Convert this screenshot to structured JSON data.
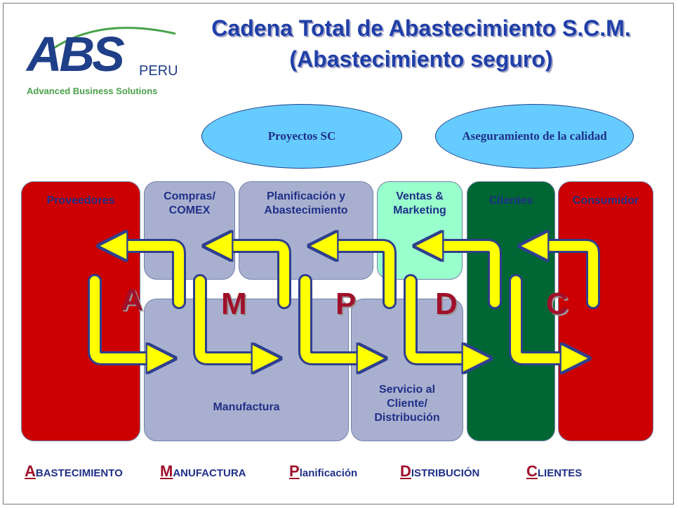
{
  "logo": {
    "abs": "ABS",
    "peru": "PERU",
    "subtitle": "Advanced Business Solutions"
  },
  "title": {
    "line1": "Cadena Total de Abastecimiento S.C.M.",
    "line2": "(Abastecimiento seguro)"
  },
  "ellipses": {
    "projects": "Proyectos SC",
    "quality": "Aseguramiento de la calidad"
  },
  "blocks": {
    "proveedores": "Proveedores",
    "compras": [
      "Compras/",
      "COMEX"
    ],
    "planificacion": [
      "Planificación y",
      "Abastecimiento"
    ],
    "ventas": [
      "Ventas &",
      "Marketing"
    ],
    "clientes": "Clientes",
    "consumidor": "Consumidor",
    "manufactura": "Manufactura",
    "servicio": [
      "Servicio al",
      "Cliente/",
      "Distribución"
    ]
  },
  "letters": [
    "A",
    "M",
    "P",
    "D",
    "C"
  ],
  "legend": [
    {
      "cap": "A",
      "rest": "BASTECIMIENTO"
    },
    {
      "cap": "M",
      "rest": "ANUFACTURA"
    },
    {
      "cap": "P",
      "rest": "lanificación"
    },
    {
      "cap": "D",
      "rest": "ISTRIBUCIÓN"
    },
    {
      "cap": "C",
      "rest": "LIENTES"
    }
  ],
  "colors": {
    "red": "#cc0000",
    "gray": "#a9b0cf",
    "mint": "#99ffcc",
    "green": "#006633",
    "arrow": "#ffff00",
    "title": "#1f3fa8"
  }
}
